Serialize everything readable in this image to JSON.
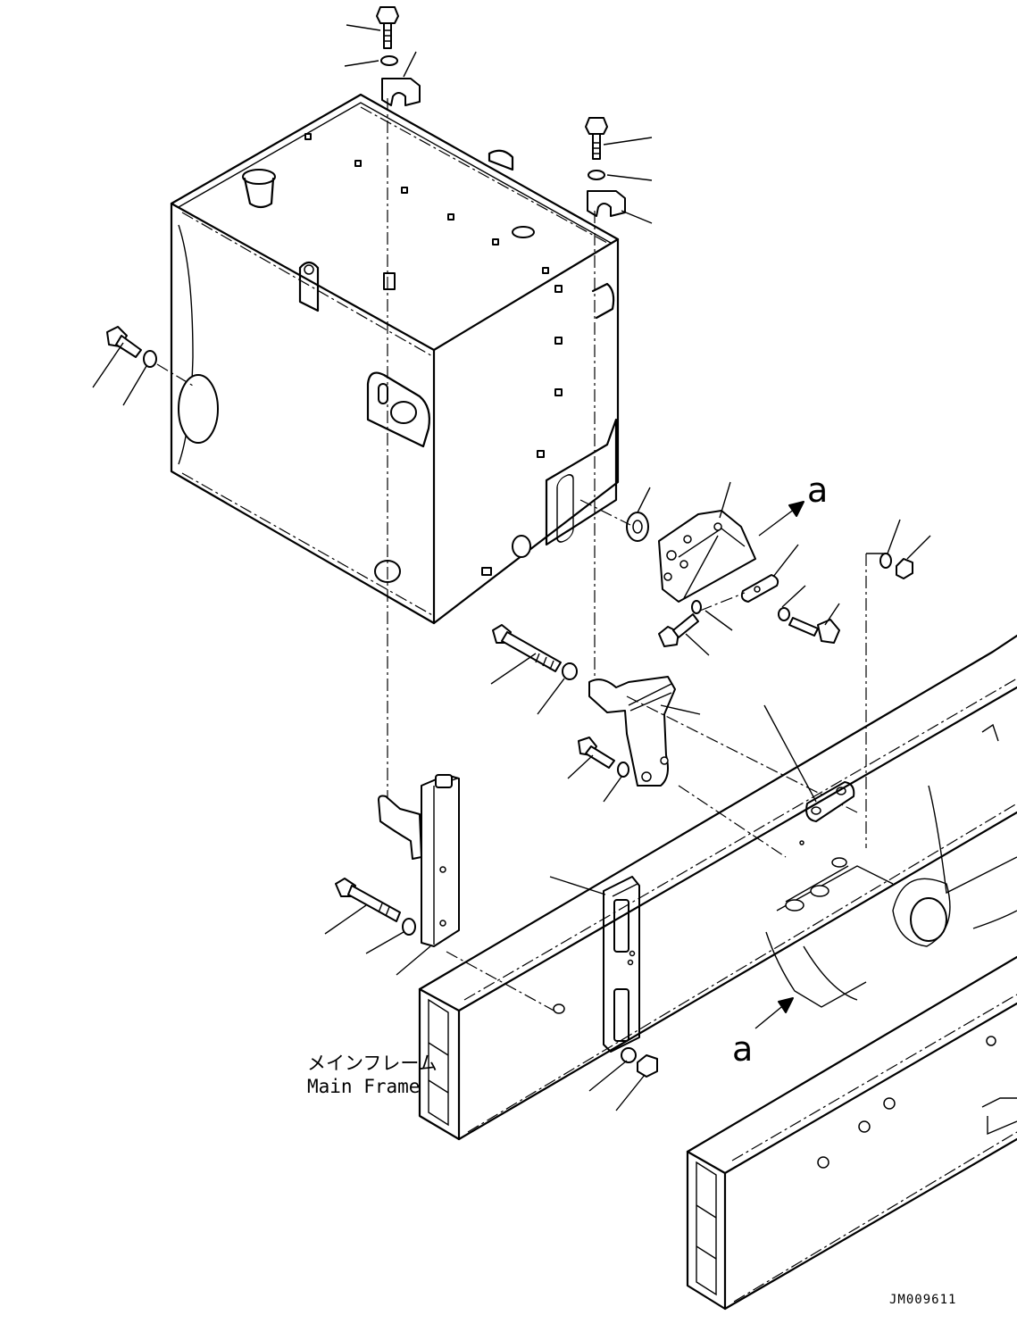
{
  "diagram": {
    "frame_label_ja": "メインフレーム",
    "frame_label_en": "Main Frame",
    "view_callout_top": "a",
    "view_callout_bottom": "a",
    "drawing_code": "JM009611"
  }
}
